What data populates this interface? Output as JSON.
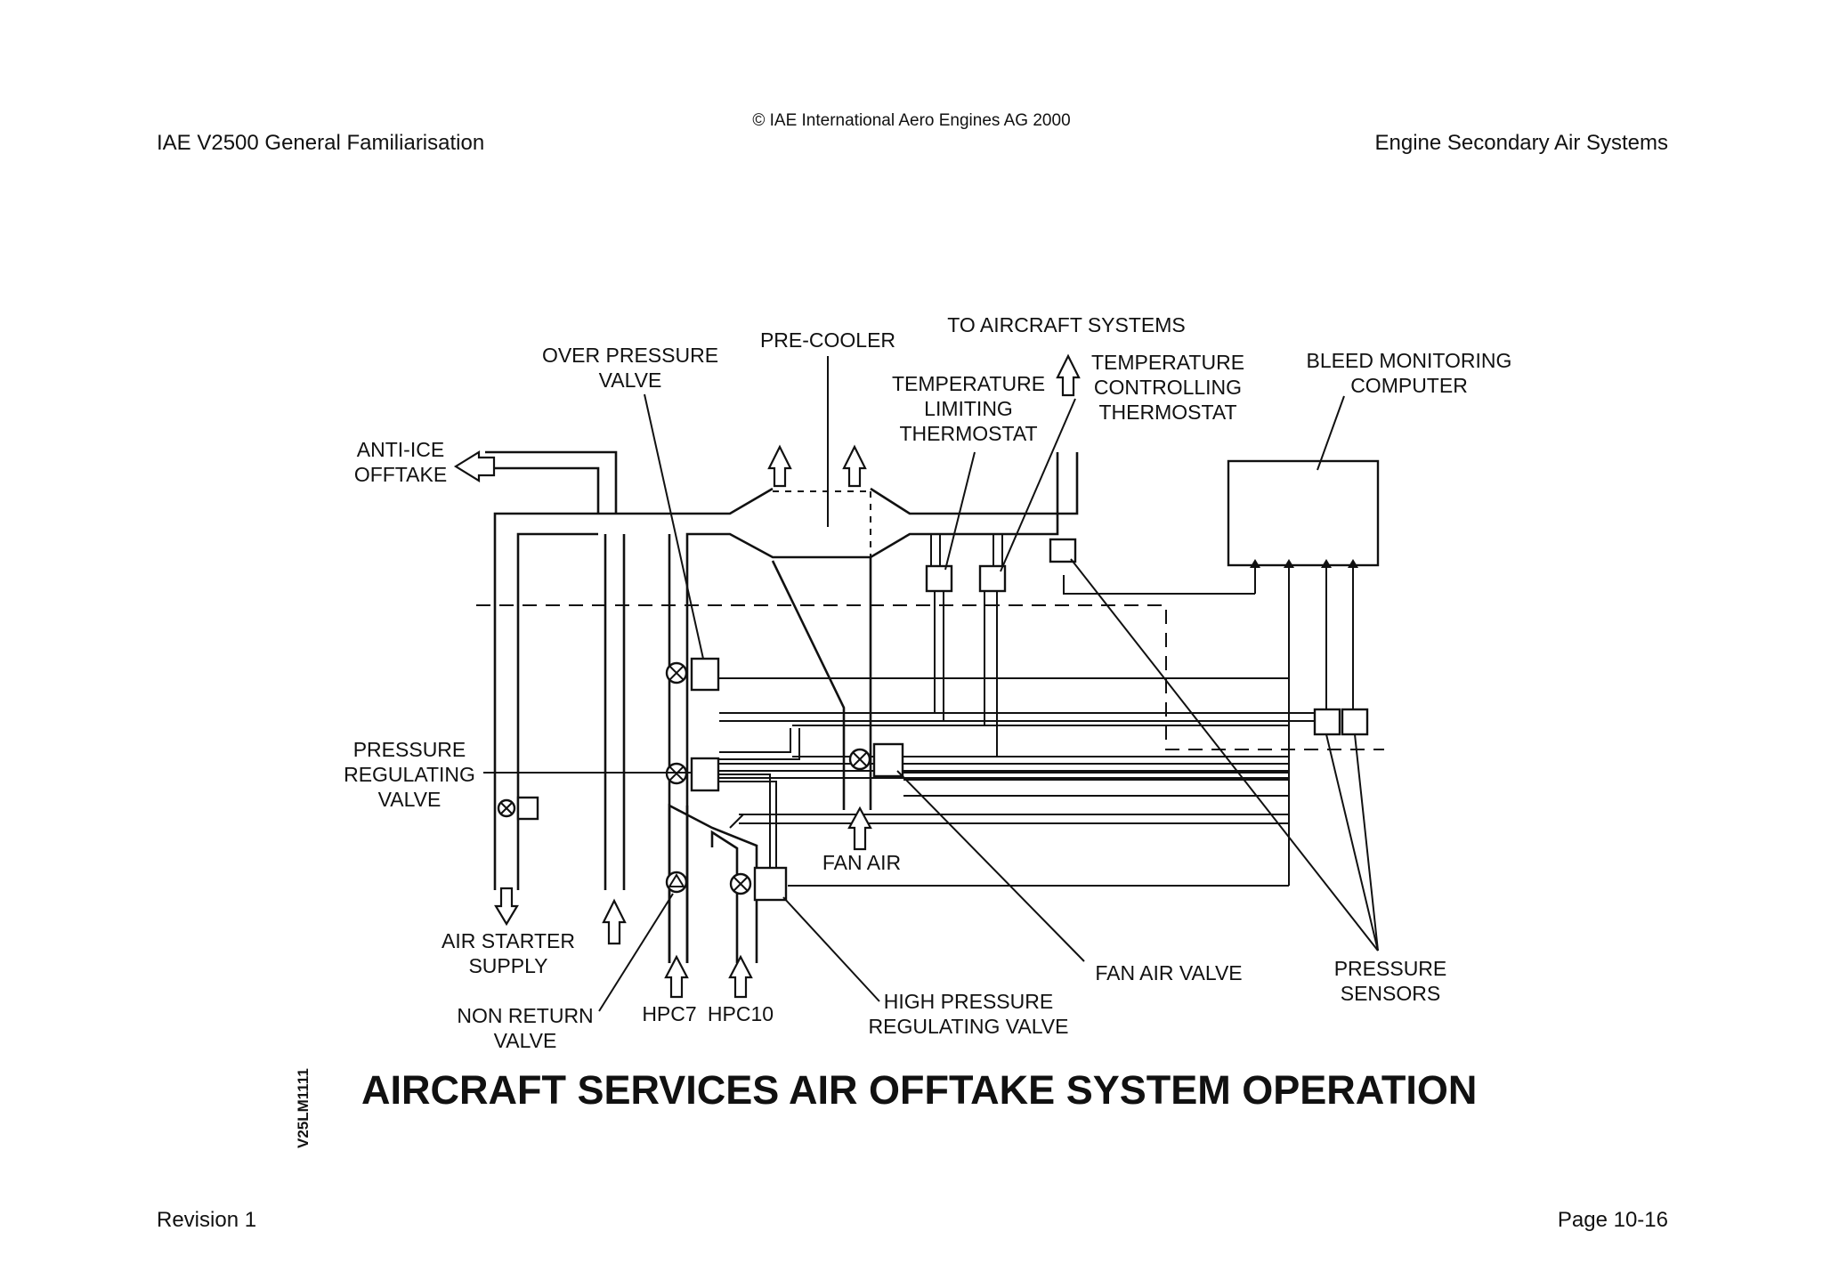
{
  "header": {
    "copyright": "© IAE International Aero Engines AG 2000",
    "left": "IAE V2500 General Familiarisation",
    "right": "Engine Secondary Air Systems"
  },
  "footer": {
    "left": "Revision 1",
    "right": "Page 10-16"
  },
  "diagram": {
    "title": "AIRCRAFT SERVICES AIR OFFTAKE SYSTEM OPERATION",
    "figure_code": "V25LM1111",
    "labels": {
      "over_pressure_valve": [
        "OVER PRESSURE",
        "VALVE"
      ],
      "pre_cooler": "PRE-COOLER",
      "to_aircraft_systems": "TO AIRCRAFT SYSTEMS",
      "temperature_limiting_thermostat": [
        "TEMPERATURE",
        "LIMITING",
        "THERMOSTAT"
      ],
      "temperature_controlling_thermostat": [
        "TEMPERATURE",
        "CONTROLLING",
        "THERMOSTAT"
      ],
      "bleed_monitoring_computer": [
        "BLEED MONITORING",
        "COMPUTER"
      ],
      "anti_ice_offtake": [
        "ANTI-ICE",
        "OFFTAKE"
      ],
      "pressure_regulating_valve": [
        "PRESSURE",
        "REGULATING",
        "VALVE"
      ],
      "fan_air": "FAN AIR",
      "air_starter_supply": [
        "AIR STARTER",
        "SUPPLY"
      ],
      "non_return_valve": [
        "NON RETURN",
        "VALVE"
      ],
      "hpc7": "HPC7",
      "hpc10": "HPC10",
      "high_pressure_regulating_valve": [
        "HIGH PRESSURE",
        "REGULATING VALVE"
      ],
      "fan_air_valve": "FAN AIR VALVE",
      "pressure_sensors": [
        "PRESSURE",
        "SENSORS"
      ]
    }
  }
}
